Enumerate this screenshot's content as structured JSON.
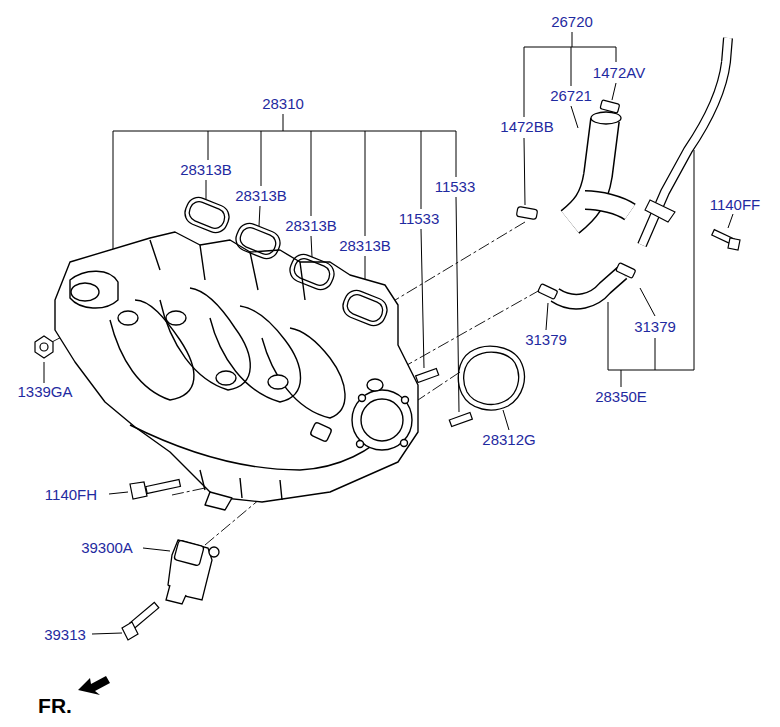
{
  "diagram": {
    "labels": [
      "26720",
      "1472AV",
      "26721",
      "28310",
      "1472BB",
      "28313B",
      "28313B",
      "11533",
      "28313B",
      "11533",
      "1140FF",
      "28313B",
      "1339GA",
      "31379",
      "31379",
      "28350E",
      "28312G",
      "1140FH",
      "39300A",
      "39313",
      "FR."
    ]
  }
}
